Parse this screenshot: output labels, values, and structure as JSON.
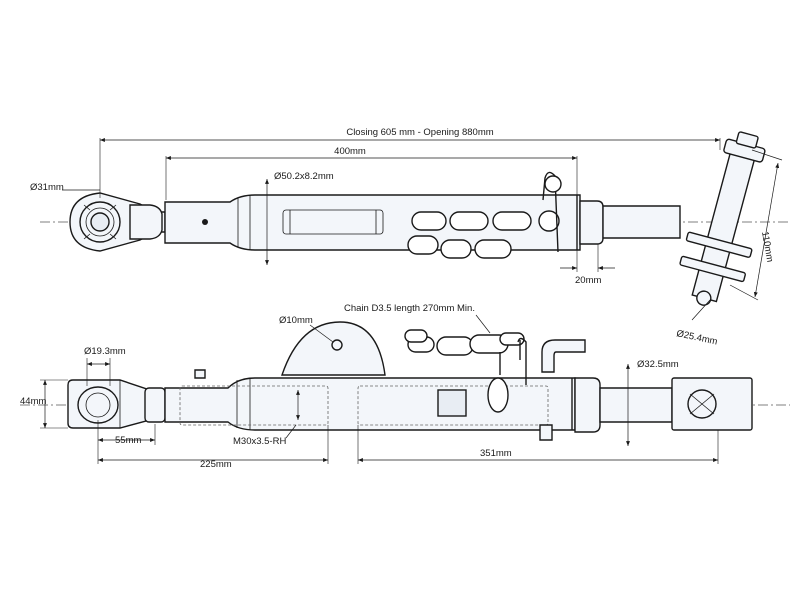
{
  "top_view": {
    "overall_label": "Closing 605 mm - Opening 880mm",
    "tube_length_label": "400mm",
    "tube_diameter_label": "Ø50.2x8.2mm",
    "eye_diameter_label": "Ø31mm",
    "stop_width_label": "20mm",
    "pin_length_label": "110mm",
    "pin_diameter_label": "Ø25.4mm"
  },
  "bottom_view": {
    "plate_hole_label": "Ø10mm",
    "chain_label": "Chain D3.5 length 270mm Min.",
    "ball_diameter_label": "Ø19.3mm",
    "ball_width_label": "44mm",
    "ball_offset_label": "55mm",
    "thread_label": "M30x3.5-RH",
    "thread_length_label": "225mm",
    "tube_length_label": "351mm",
    "rod_diameter_label": "Ø32.5mm"
  }
}
